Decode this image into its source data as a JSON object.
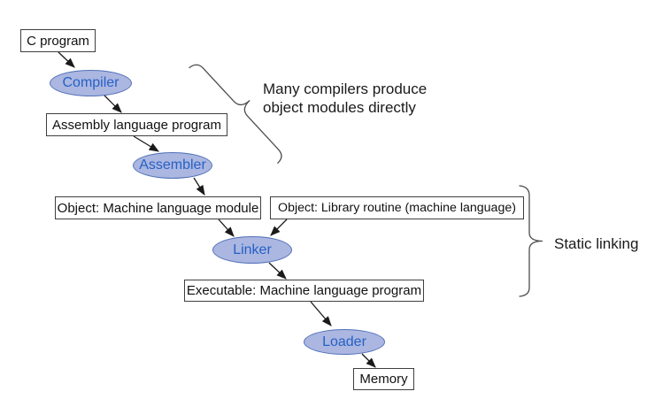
{
  "figure": {
    "boxes": [
      {
        "id": "c-program",
        "label": "C program"
      },
      {
        "id": "assembly",
        "label": "Assembly language program"
      },
      {
        "id": "object-module",
        "label": "Object: Machine language module"
      },
      {
        "id": "object-library",
        "label": "Object: Library routine (machine language)"
      },
      {
        "id": "executable",
        "label": "Executable: Machine language program"
      },
      {
        "id": "memory",
        "label": "Memory"
      }
    ],
    "stages": [
      {
        "id": "compiler",
        "label": "Compiler"
      },
      {
        "id": "assembler",
        "label": "Assembler"
      },
      {
        "id": "linker",
        "label": "Linker"
      },
      {
        "id": "loader",
        "label": "Loader"
      }
    ],
    "annotations": {
      "compilers_note_line1": "Many compilers produce",
      "compilers_note_line2": "object modules directly",
      "static_linking": "Static linking"
    },
    "colors": {
      "ellipse_fill": "#abb6e1",
      "ellipse_border": "#5171b8",
      "ellipse_text": "#2661c4",
      "box_border": "#3f3f3f",
      "box_text": "#111111",
      "arrow": "#1a1a1a",
      "brace": "#4d4d4d",
      "background": "#ffffff"
    }
  }
}
